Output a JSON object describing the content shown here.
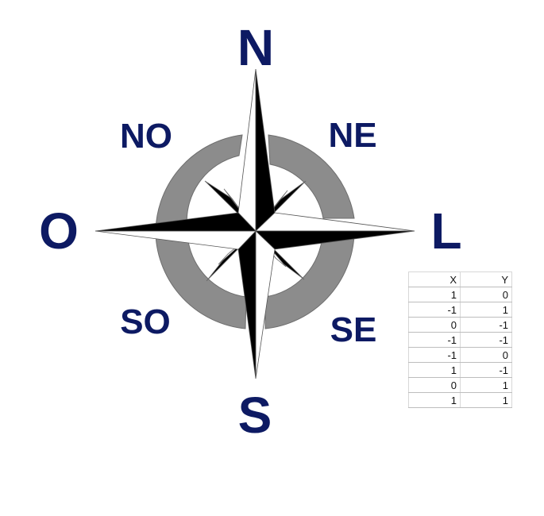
{
  "compass": {
    "north": "N",
    "northeast": "NE",
    "east": "L",
    "southeast": "SE",
    "south": "S",
    "southwest": "SO",
    "west": "O",
    "northwest": "NO",
    "label_color": "#0d1a63",
    "ring_color": "#8c8c8c",
    "star_color": "#000000"
  },
  "table": {
    "headers": [
      "X",
      "Y"
    ],
    "rows": [
      [
        "1",
        "0"
      ],
      [
        "-1",
        "1"
      ],
      [
        "0",
        "-1"
      ],
      [
        "-1",
        "-1"
      ],
      [
        "-1",
        "0"
      ],
      [
        "1",
        "-1"
      ],
      [
        "0",
        "1"
      ],
      [
        "1",
        "1"
      ]
    ]
  }
}
